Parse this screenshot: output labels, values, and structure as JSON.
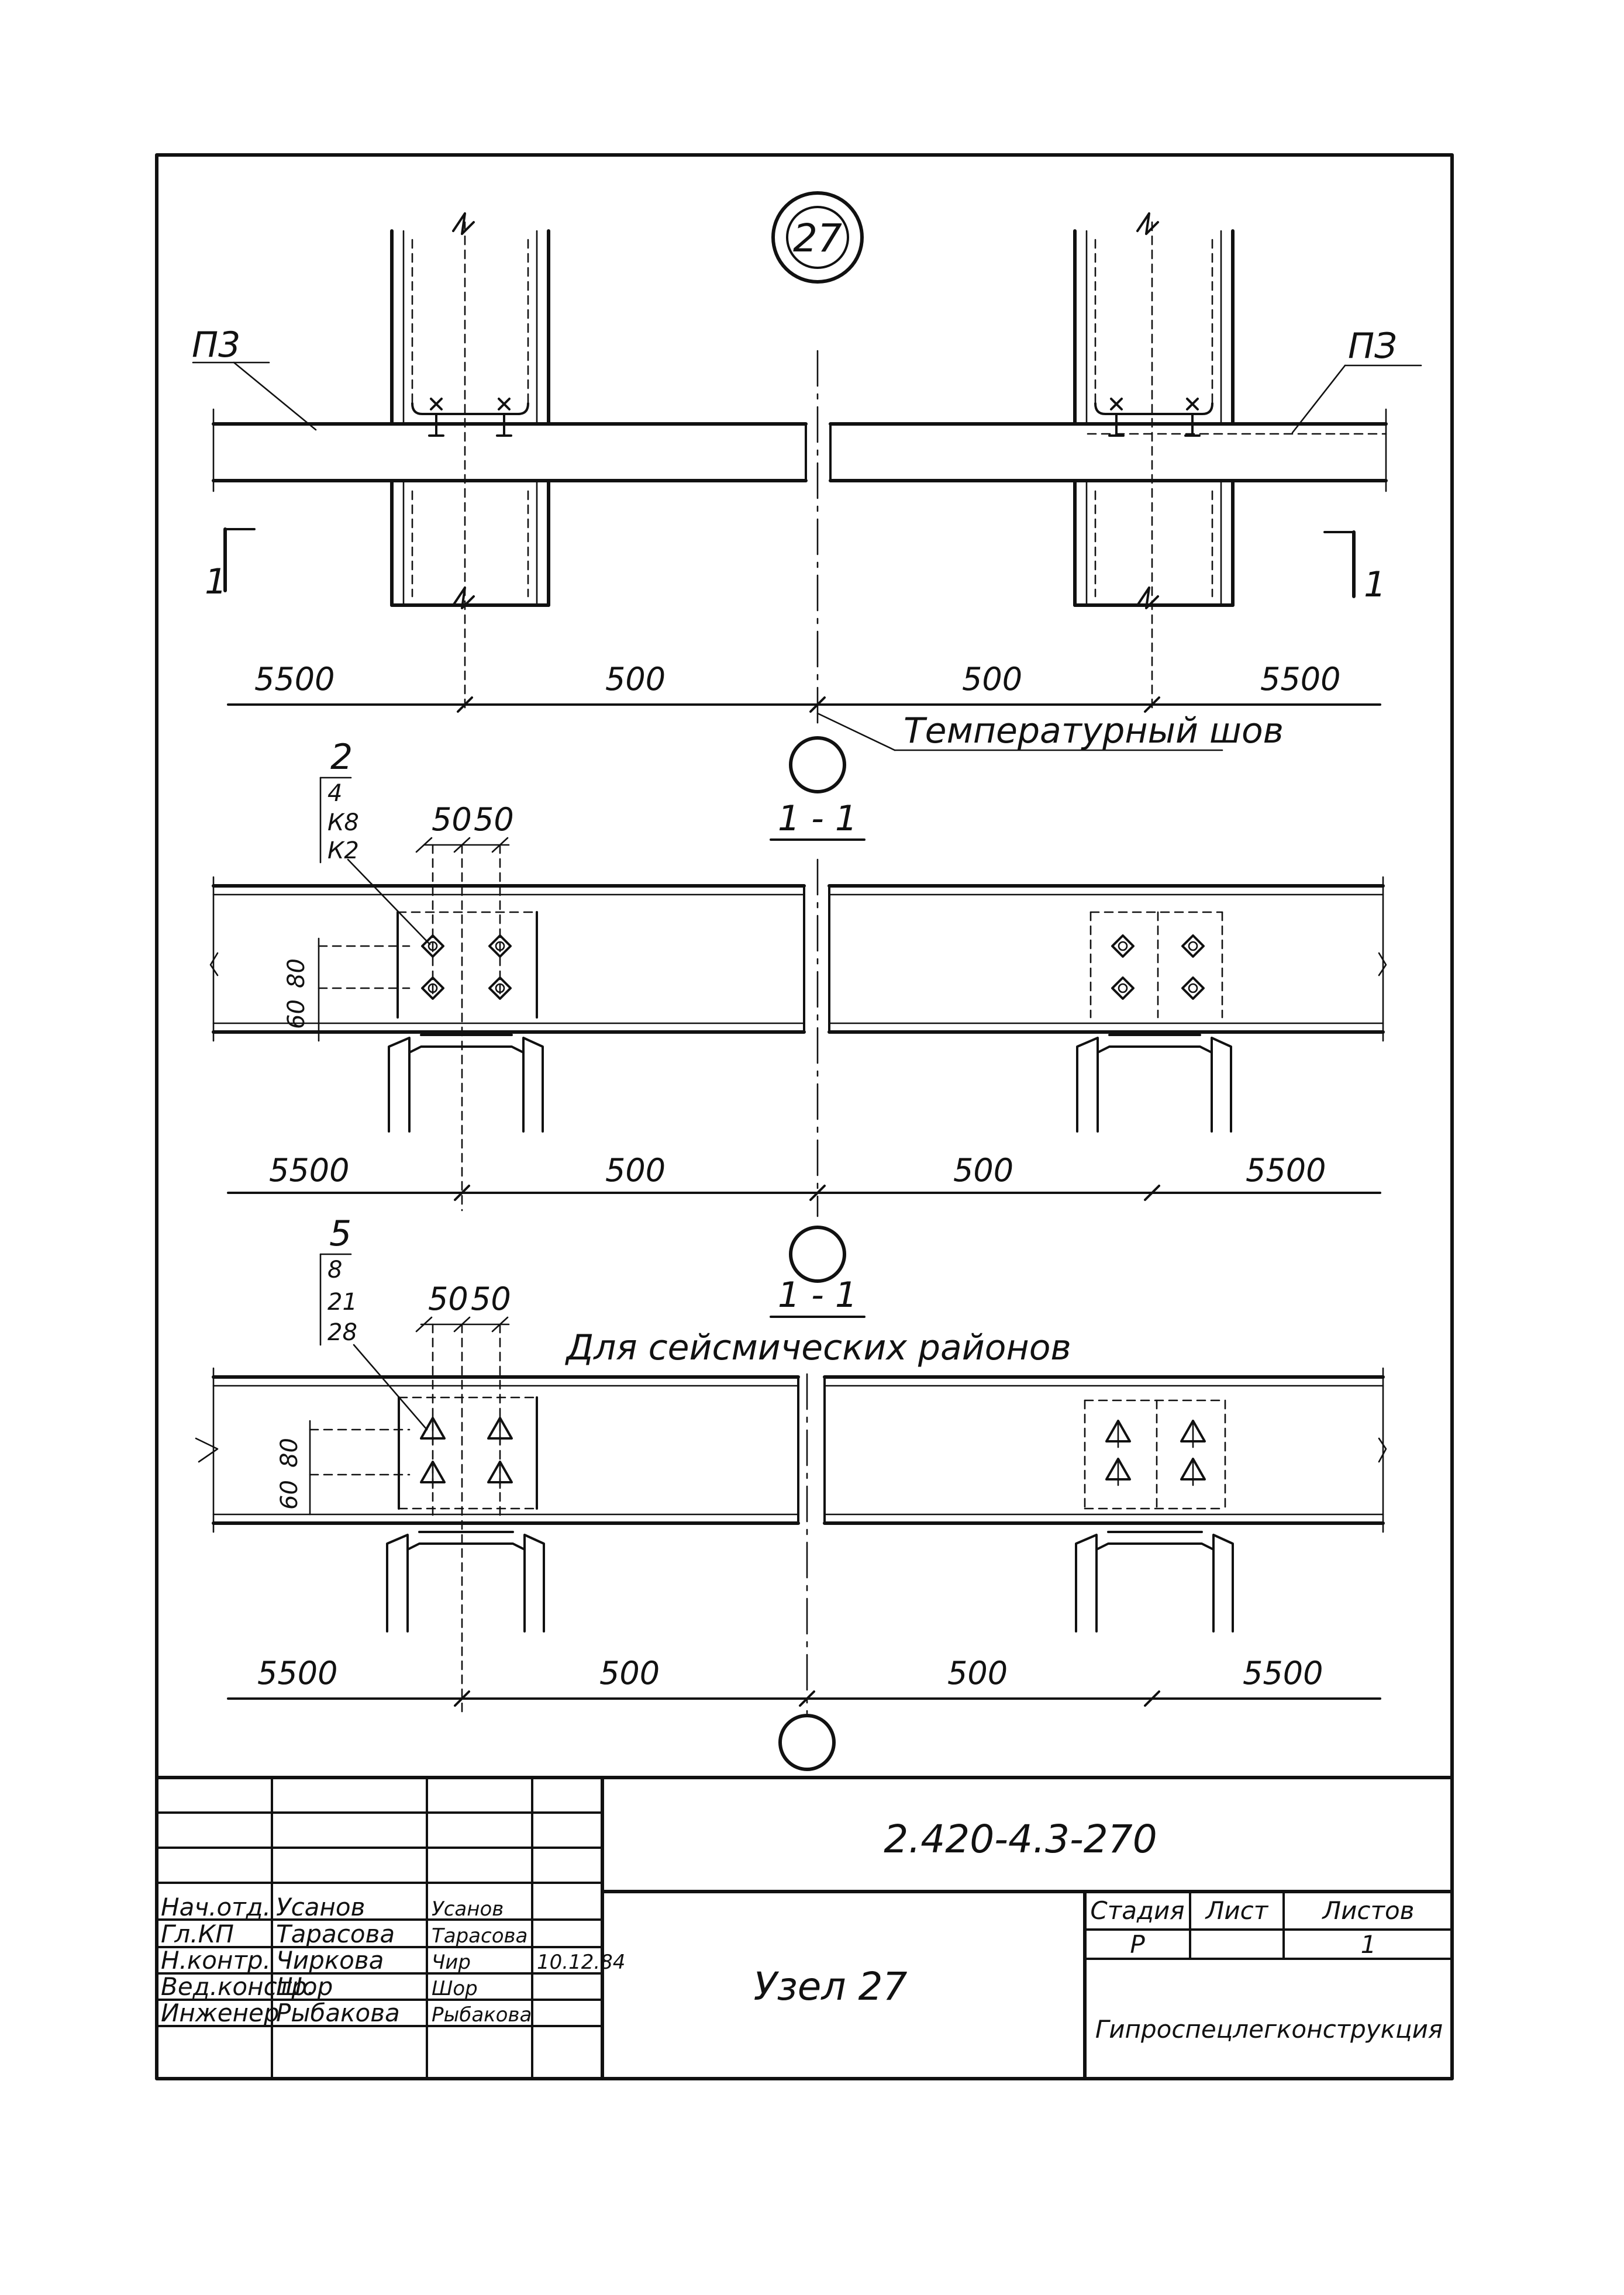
{
  "node_marker": "27",
  "plan": {
    "mark_left": "П3",
    "mark_right": "ПЗ",
    "section_label": "1",
    "dims": [
      "5500",
      "500",
      "500",
      "5500"
    ],
    "joint_label": "Температурный шов"
  },
  "section1": {
    "title": "1 - 1",
    "bolt_spacing": [
      "50",
      "50"
    ],
    "vertical_dims": [
      "80",
      "60"
    ],
    "callout_number": "2",
    "callout_stack": [
      "4",
      "К8",
      "К2"
    ],
    "dims": [
      "5500",
      "500",
      "500",
      "5500"
    ]
  },
  "section2": {
    "title": "1 - 1",
    "subtitle": "Для сейсмических районов",
    "bolt_spacing": [
      "50",
      "50"
    ],
    "vertical_dims": [
      "80",
      "60"
    ],
    "callout_number": "5",
    "callout_stack": [
      "8",
      "21",
      "28"
    ],
    "dims": [
      "5500",
      "500",
      "500",
      "5500"
    ]
  },
  "title_block": {
    "doc_number": "2.420-4.3-270",
    "title": "Узел 27",
    "organization": "Гипроспецлегконструкция",
    "stage_header": "Стадия",
    "sheet_header": "Лист",
    "sheets_header": "Листов",
    "stage_value": "Р",
    "sheets_value": "1",
    "date": "10.12.84",
    "signatures": [
      {
        "role": "Нач.отд.",
        "name": "Усанов",
        "sign": "Усанов"
      },
      {
        "role": "Гл.КП",
        "name": "Тарасова",
        "sign": "Тарасова"
      },
      {
        "role": "Н.контр.",
        "name": "Чиркова",
        "sign": "Чир"
      },
      {
        "role": "Вед.констр.",
        "name": "Шор",
        "sign": "Шор"
      },
      {
        "role": "Инженер",
        "name": "Рыбакова",
        "sign": "Рыбакова"
      }
    ]
  }
}
